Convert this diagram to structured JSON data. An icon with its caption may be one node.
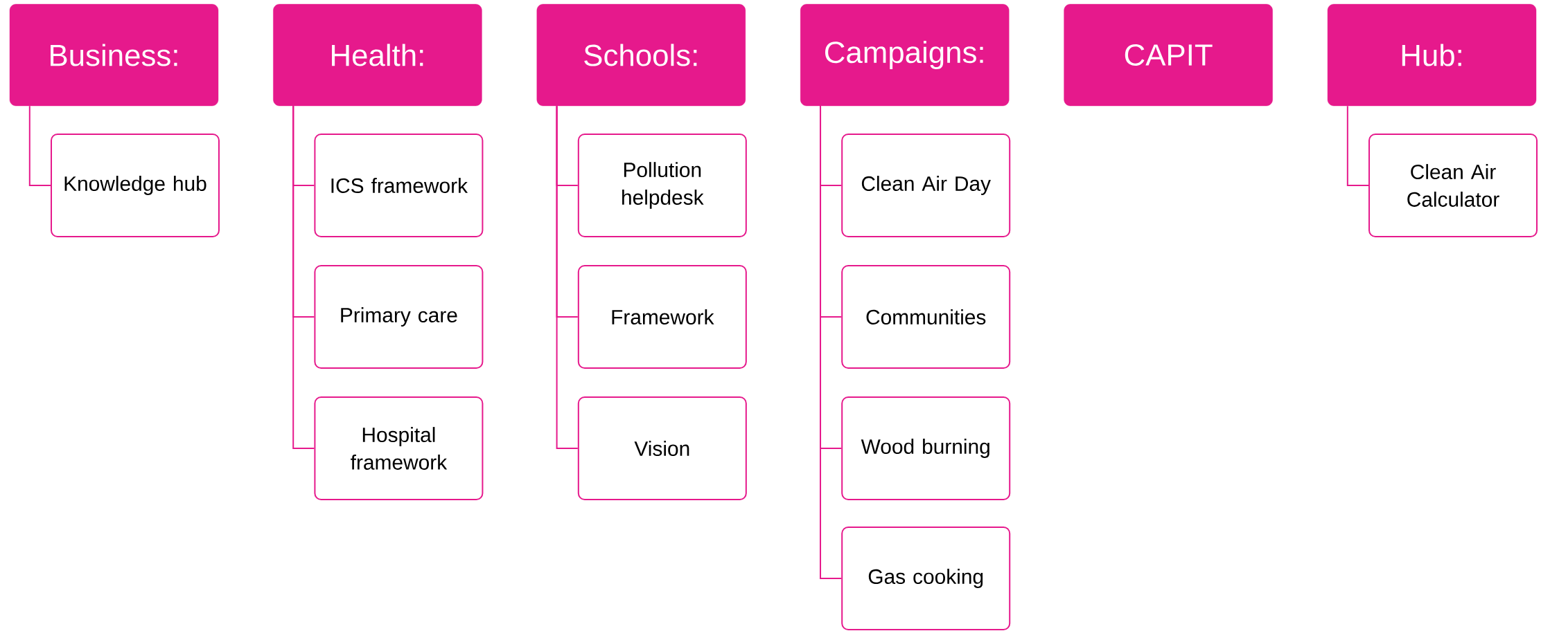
{
  "diagram": {
    "nodes": [
      {
        "text": [
          "Business:"
        ]
      },
      {
        "text": [
          "Knowledge hub"
        ]
      },
      {
        "text": [
          "Health:"
        ]
      },
      {
        "text": [
          "ICS framework"
        ]
      },
      {
        "text": [
          "Primary care"
        ]
      },
      {
        "text": [
          "Hospital framework"
        ]
      },
      {
        "text": [
          "Schools:"
        ]
      },
      {
        "text": [
          "Pollution helpdesk"
        ]
      },
      {
        "text": [
          "Framework"
        ]
      },
      {
        "text": [
          "Vision"
        ]
      },
      {
        "text": [
          "Campaigns:"
        ]
      },
      {
        "text": [
          "Clean Air Day"
        ]
      },
      {
        "text": [
          "Communities"
        ]
      },
      {
        "text": [
          "Wood burning"
        ]
      },
      {
        "text": [
          "Gas cooking"
        ]
      },
      {
        "text": [
          "CAPIT"
        ]
      },
      {
        "text": [
          "Hub:"
        ]
      },
      {
        "text": [
          "Clean Air Calculator"
        ]
      }
    ],
    "edges": [
      {
        "from": 0,
        "to": 1,
        "arrow": "none"
      },
      {
        "from": 2,
        "to": 3,
        "arrow": "none"
      },
      {
        "from": 2,
        "to": 4,
        "arrow": "none"
      },
      {
        "from": 2,
        "to": 5,
        "arrow": "none"
      },
      {
        "from": 6,
        "to": 7,
        "arrow": "none"
      },
      {
        "from": 6,
        "to": 8,
        "arrow": "none"
      },
      {
        "from": 6,
        "to": 9,
        "arrow": "none"
      },
      {
        "from": 10,
        "to": 11,
        "arrow": "none"
      },
      {
        "from": 10,
        "to": 12,
        "arrow": "none"
      },
      {
        "from": 10,
        "to": 13,
        "arrow": "none"
      },
      {
        "from": 10,
        "to": 14,
        "arrow": "none"
      },
      {
        "from": 16,
        "to": 17,
        "arrow": "none"
      }
    ]
  }
}
